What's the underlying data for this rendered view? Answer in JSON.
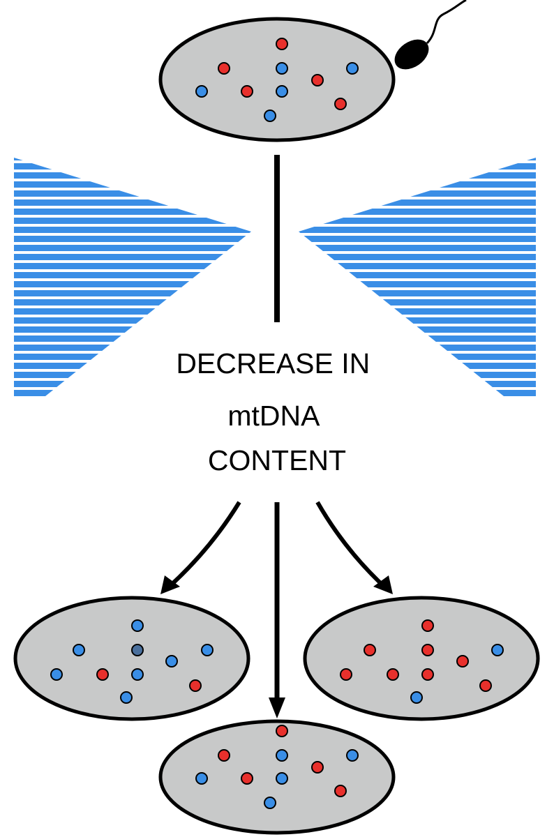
{
  "label_lines": [
    "DECREASE IN",
    "mtDNA",
    "CONTENT"
  ],
  "colors": {
    "cell_fill": "#c8c9c9",
    "cell_stroke": "#000000",
    "mutant_mtdna": "#e8302c",
    "wildtype_mtdna": "#3a8ee6",
    "bottleneck_stripes": "#3a8ee6",
    "arrow": "#000000",
    "sperm": "#000000"
  },
  "icons": {
    "sperm": "sperm-icon",
    "arrow": "arrow-icon"
  }
}
